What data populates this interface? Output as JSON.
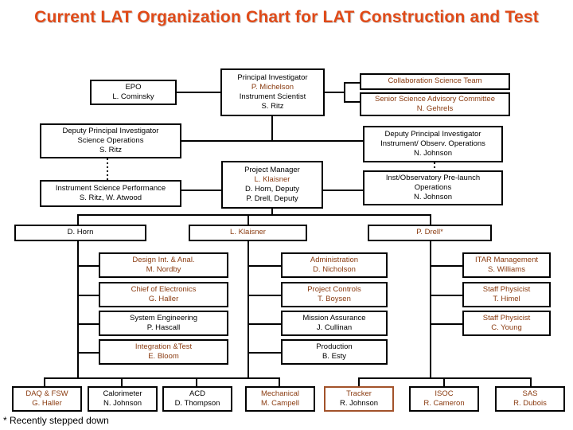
{
  "title": {
    "line1": "Current LAT Organization Chart for LAT",
    "line2": "Construction and Test",
    "color": "#E04A18"
  },
  "colors": {
    "accent_title": "#E04A18",
    "brown_text": "#8A3B10",
    "brown_border": "#A2522A",
    "box_border": "#000000",
    "background": "#FFFFFF"
  },
  "footnote": "* Recently stepped down",
  "nodes": {
    "epo": {
      "line1": "EPO",
      "line2": "L. Cominsky"
    },
    "pi": {
      "line1": "Principal Investigator",
      "line2": "P. Michelson",
      "line3": "Instrument Scientist",
      "line4": "S. Ritz"
    },
    "collab_science_team": {
      "line1": "Collaboration Science Team"
    },
    "senior_advisory": {
      "line1": "Senior Science Advisory Committee",
      "line2": "N. Gehrels"
    },
    "dpi_science_ops": {
      "line1": "Deputy Principal Investigator",
      "line2": "Science Operations",
      "line3": "S. Ritz"
    },
    "dpi_instr_ops": {
      "line1": "Deputy Principal Investigator",
      "line2": "Instrument/ Observ. Operations",
      "line3": "N. Johnson"
    },
    "instr_sci_perf": {
      "line1": "Instrument Science Performance",
      "line2": "S. Ritz, W. Atwood"
    },
    "prelaunch_ops": {
      "line1": "Inst/Observatory Pre-launch",
      "line2": "Operations",
      "line3": "N. Johnson"
    },
    "project_manager": {
      "line1": "Project Manager",
      "line2": "L. Klaisner",
      "line3": "D. Horn, Deputy",
      "line4": "P. Drell, Deputy"
    },
    "lead_horn": {
      "line1": "D. Horn"
    },
    "lead_klaisner": {
      "line1": "L. Klaisner"
    },
    "lead_drell": {
      "line1": "P. Drell*"
    },
    "design_int": {
      "line1": "Design Int. & Anal.",
      "line2": "M. Nordby"
    },
    "chief_electronics": {
      "line1": "Chief of Electronics",
      "line2": "G. Haller"
    },
    "system_engineering": {
      "line1": "System Engineering",
      "line2": "P. Hascall"
    },
    "integration_test": {
      "line1": "Integration &Test",
      "line2": "E. Bloom"
    },
    "administration": {
      "line1": "Administration",
      "line2": "D. Nicholson"
    },
    "project_controls": {
      "line1": "Project Controls",
      "line2": "T. Boysen"
    },
    "mission_assurance": {
      "line1": "Mission Assurance",
      "line2": "J. Cullinan"
    },
    "production": {
      "line1": "Production",
      "line2": "B. Esty"
    },
    "itar_management": {
      "line1": "ITAR Management",
      "line2": "S. Williams"
    },
    "staff_physicist_himel": {
      "line1": "Staff Physicist",
      "line2": "T. Himel"
    },
    "staff_physicist_young": {
      "line1": "Staff Physicist",
      "line2": "C. Young"
    },
    "daq_fsw": {
      "line1": "DAQ & FSW",
      "line2": "G. Haller"
    },
    "calorimeter": {
      "line1": "Calorimeter",
      "line2": "N. Johnson"
    },
    "acd": {
      "line1": "ACD",
      "line2": "D. Thompson"
    },
    "mechanical": {
      "line1": "Mechanical",
      "line2": "M. Campell"
    },
    "tracker": {
      "line1": "Tracker",
      "line2": "R. Johnson"
    },
    "isoc": {
      "line1": "ISOC",
      "line2": "R. Cameron"
    },
    "sas": {
      "line1": "SAS",
      "line2": "R. Dubois"
    }
  }
}
